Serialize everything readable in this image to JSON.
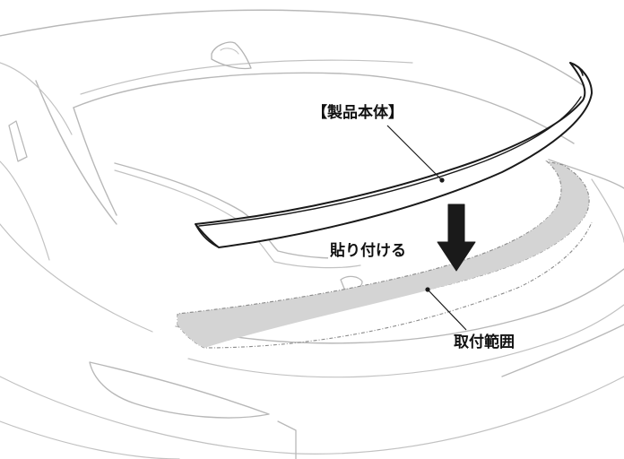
{
  "labels": {
    "product_body": "【製品本体】",
    "attach": "貼り付ける",
    "mounting_area": "取付範囲"
  },
  "colors": {
    "car_outline": "#b3b3b3",
    "spoiler_outline": "#1a1a1a",
    "mounting_area_fill": "#d4d4d4",
    "arrow": "#1a1a1a",
    "label_text": "#111111"
  },
  "icons": {
    "arrow": "down-arrow-icon",
    "car": "car-rear-illustration",
    "spoiler": "trunk-spoiler-illustration"
  }
}
